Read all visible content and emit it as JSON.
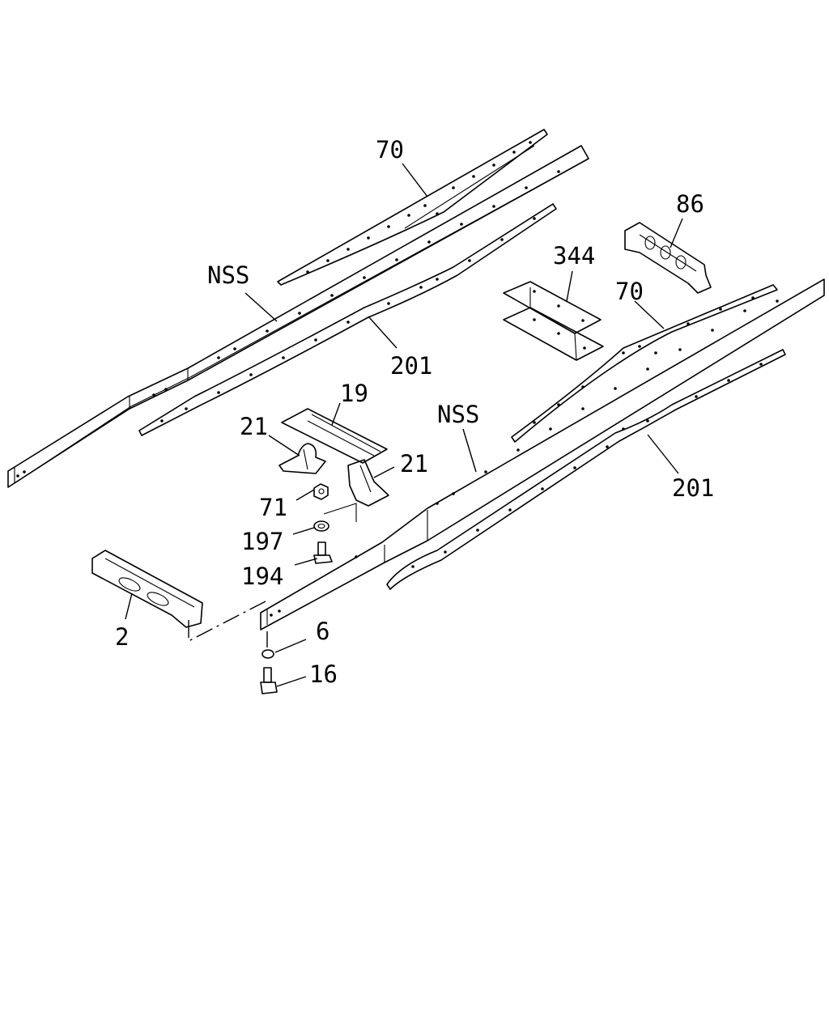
{
  "callouts": {
    "c70_left": "70",
    "nss_left": "NSS",
    "c201_left": "201",
    "c86": "86",
    "c344": "344",
    "c70_right": "70",
    "nss_right": "NSS",
    "c201_right": "201",
    "c19": "19",
    "c21_left": "21",
    "c21_right": "21",
    "c71": "71",
    "c197": "197",
    "c194": "194",
    "c2": "2",
    "c6": "6",
    "c16": "16"
  }
}
